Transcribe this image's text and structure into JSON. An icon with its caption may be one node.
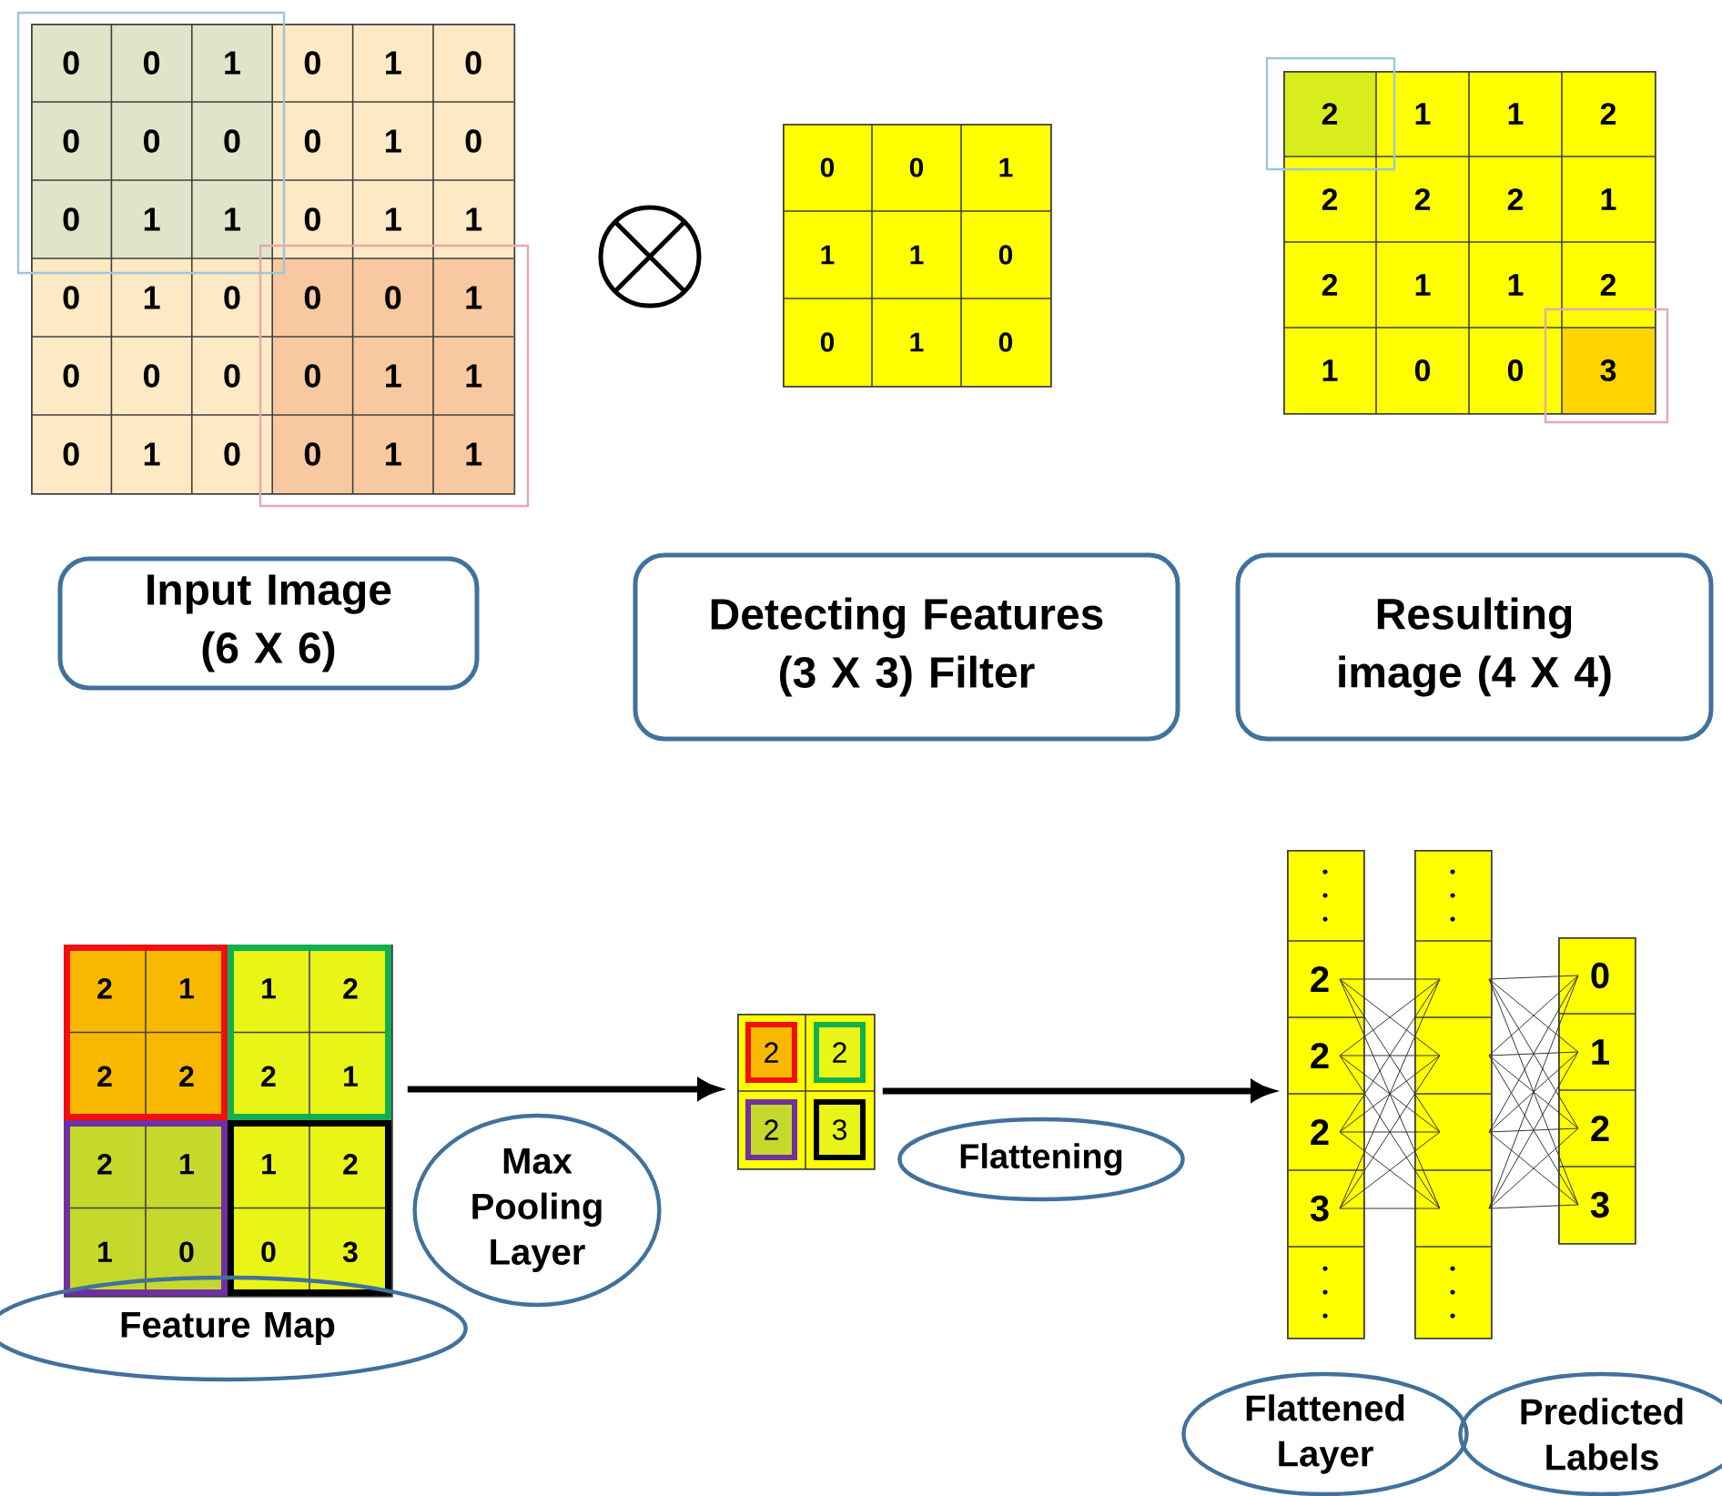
{
  "diagram": {
    "nodes": [
      {
        "text": [],
        "shape": "box"
      },
      {
        "text": [],
        "shape": "box"
      },
      {
        "text": [],
        "shape": "box"
      },
      {
        "text": [
          "Input Image (6 X 6)"
        ]
      },
      {
        "text": [
          "Detecting Features (3 X 3) Filter"
        ]
      },
      {
        "text": [
          "Resulting image (4 X 4)"
        ]
      },
      {
        "text": [],
        "shape": "box"
      },
      {
        "text": [
          "Feature Map"
        ]
      },
      {
        "text": [
          "Max Pooling Layer"
        ]
      },
      {
        "text": [],
        "shape": "box"
      },
      {
        "text": [
          "Flattening"
        ]
      },
      {
        "text": [],
        "shape": "box"
      },
      {
        "text": [],
        "shape": "box"
      },
      {
        "text": [],
        "shape": "box"
      },
      {
        "text": [
          "Flattened Layer"
        ]
      },
      {
        "text": [
          "Predicted Labels"
        ]
      }
    ],
    "edges": [
      {
        "from": 6,
        "to": 9,
        "arrow": "to"
      },
      {
        "from": 9,
        "to": 11,
        "arrow": "to"
      }
    ],
    "labels": [
      "0",
      "0",
      "1",
      "0",
      "1",
      "0",
      "0",
      "0",
      "0",
      "0",
      "1",
      "0",
      "0",
      "1",
      "1",
      "0",
      "1",
      "1",
      "0",
      "1",
      "0",
      "0",
      "0",
      "1",
      "0",
      "0",
      "0",
      "0",
      "1",
      "1",
      "0",
      "1",
      "0",
      "0",
      "1",
      "1",
      "0",
      "0",
      "1",
      "1",
      "1",
      "0",
      "0",
      "1",
      "0",
      "2",
      "1",
      "1",
      "2",
      "2",
      "2",
      "2",
      "1",
      "2",
      "1",
      "1",
      "2",
      "1",
      "0",
      "0",
      "3",
      "2",
      "1",
      "1",
      "2",
      "2",
      "2",
      "2",
      "1",
      "2",
      "1",
      "1",
      "2",
      "1",
      "0",
      "0",
      "3",
      "2",
      "2",
      "2",
      "3",
      "2",
      "2",
      "2",
      "3",
      "0",
      "1",
      "2",
      "3"
    ]
  }
}
